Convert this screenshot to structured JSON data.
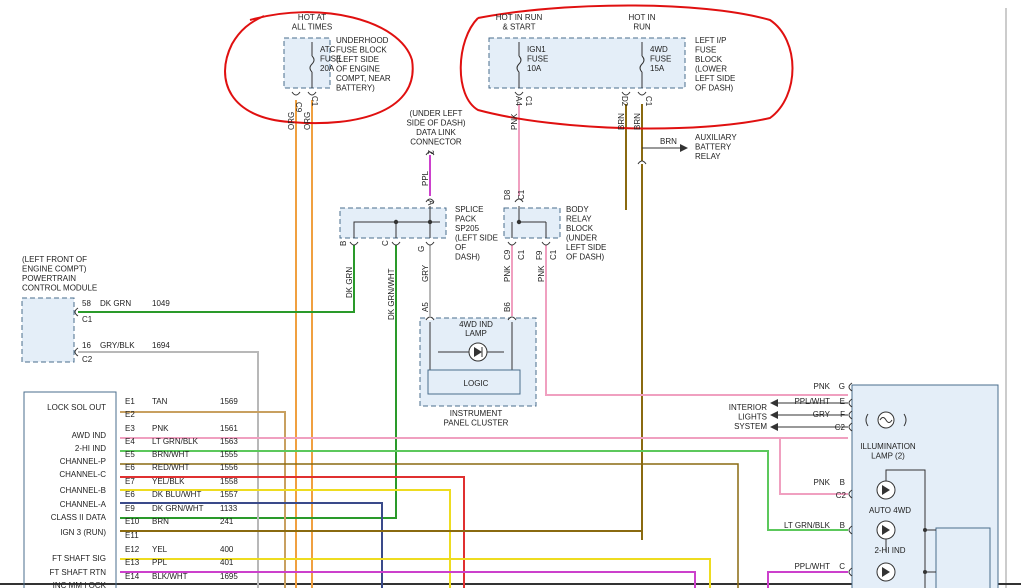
{
  "fuses": {
    "atc": {
      "header": [
        "HOT AT",
        "ALL TIMES"
      ],
      "name": [
        "ATC",
        "FUSE",
        "20A"
      ],
      "desc": [
        "UNDERHOOD",
        "FUSE BLOCK",
        "(LEFT SIDE",
        "OF ENGINE",
        "COMPT, NEAR",
        "BATTERY)"
      ],
      "pins": [
        "C9",
        "C1"
      ],
      "wires": [
        "ORG",
        "ORG"
      ]
    },
    "ign1": {
      "header": [
        "HOT IN RUN",
        "& START"
      ],
      "name": [
        "IGN1",
        "FUSE",
        "10A"
      ],
      "pin": "A4",
      "conn": "C1",
      "wire": "PNK"
    },
    "awd": {
      "header": [
        "HOT IN",
        "RUN"
      ],
      "name": [
        "4WD",
        "FUSE",
        "15A"
      ],
      "desc": [
        "LEFT I/P",
        "FUSE",
        "BLOCK",
        "(LOWER",
        "LEFT SIDE",
        "OF DASH)"
      ],
      "pins": [
        "D2",
        "C1"
      ],
      "wires": [
        "BRN",
        "BRN"
      ]
    }
  },
  "aux_relay": {
    "wire": "BRN",
    "label": [
      "AUXILIARY",
      "BATTERY",
      "RELAY"
    ]
  },
  "dlc": {
    "label": [
      "(UNDER LEFT",
      "SIDE OF DASH)",
      "DATA LINK",
      "CONNECTOR"
    ],
    "pin": "2",
    "wire": "PPL"
  },
  "splice": {
    "pin_top": "A",
    "pins": [
      "B",
      "C",
      "G"
    ],
    "label": [
      "SPLICE",
      "PACK",
      "SP205",
      "(LEFT SIDE",
      "OF",
      "DASH)"
    ],
    "wires": [
      "DK GRN",
      "DK GRN/WHT",
      "GRY"
    ]
  },
  "body_relay": {
    "pins_top": [
      "D8",
      "C1"
    ],
    "pins_bot": [
      "C9",
      "C1",
      "F9",
      "C1"
    ],
    "label": [
      "BODY",
      "RELAY",
      "BLOCK",
      "(UNDER",
      "LEFT SIDE",
      "OF DASH)"
    ],
    "wires": [
      "PNK",
      "PNK"
    ]
  },
  "cluster": {
    "pins": [
      "A5",
      "B6"
    ],
    "inner": [
      "4WD IND",
      "LAMP"
    ],
    "logic": "LOGIC",
    "label": [
      "INSTRUMENT",
      "PANEL CLUSTER"
    ]
  },
  "pcm": {
    "label": [
      "(LEFT FRONT OF",
      "ENGINE COMPT)",
      "POWERTRAIN",
      "CONTROL MODULE"
    ],
    "rows": [
      {
        "pin": "58",
        "color": "DK GRN",
        "circuit": "1049",
        "conn": "C1"
      },
      {
        "pin": "16",
        "color": "GRY/BLK",
        "circuit": "1694",
        "conn": "C2"
      }
    ]
  },
  "tcm": {
    "left_labels": [
      "LOCK SOL OUT",
      "AWD IND",
      "2-HI IND",
      "CHANNEL-P",
      "CHANNEL-C",
      "CHANNEL-B",
      "CHANNEL-A",
      "CLASS II DATA",
      "IGN 3 (RUN)",
      "FT SHAFT SIG",
      "FT SHAFT RTN",
      "INC MM I OCK"
    ],
    "rows": [
      {
        "pin": "E1",
        "color": "TAN",
        "circuit": "1569"
      },
      {
        "pin": "E2",
        "color": "",
        "circuit": ""
      },
      {
        "pin": "E3",
        "color": "PNK",
        "circuit": "1561"
      },
      {
        "pin": "E4",
        "color": "LT GRN/BLK",
        "circuit": "1563"
      },
      {
        "pin": "E5",
        "color": "BRN/WHT",
        "circuit": "1555"
      },
      {
        "pin": "E6",
        "color": "RED/WHT",
        "circuit": "1556"
      },
      {
        "pin": "E7",
        "color": "YEL/BLK",
        "circuit": "1558"
      },
      {
        "pin": "E6",
        "color": "DK BLU/WHT",
        "circuit": "1557"
      },
      {
        "pin": "E9",
        "color": "DK GRN/WHT",
        "circuit": "1133"
      },
      {
        "pin": "E10",
        "color": "BRN",
        "circuit": "241"
      },
      {
        "pin": "E11",
        "color": "",
        "circuit": ""
      },
      {
        "pin": "E12",
        "color": "YEL",
        "circuit": "400"
      },
      {
        "pin": "E13",
        "color": "PPL",
        "circuit": "401"
      },
      {
        "pin": "E14",
        "color": "BLK/WHT",
        "circuit": "1695"
      }
    ]
  },
  "switch_conn": {
    "rows": [
      {
        "color": "PNK",
        "pin": "G"
      },
      {
        "color": "PPL/WHT",
        "pin": "E"
      },
      {
        "color": "GRY",
        "pin": "F"
      },
      {
        "color": "",
        "pin": "C2"
      }
    ],
    "interior": [
      "INTERIOR",
      "LIGHTS",
      "SYSTEM"
    ],
    "illum": [
      "ILLUMINATION",
      "LAMP (2)"
    ],
    "lower": [
      {
        "color": "PNK",
        "pin": "B",
        "conn": "C2"
      },
      {
        "color": "LT GRN/BLK",
        "pin": "B"
      },
      {
        "color": "PPL/WHT",
        "pin": "C"
      }
    ],
    "leds": [
      "AUTO 4WD",
      "2-HI IND"
    ]
  },
  "colors": {
    "orange": "#f0a040",
    "brown": "#8a6a10",
    "pink": "#f0a0c0",
    "gray": "#b8b8b8",
    "dkgreen": "#2a9a2a",
    "ltgreen": "#5cc85c",
    "red": "#e03030",
    "yellow": "#eedc20",
    "blue": "#3a4a8a",
    "purple": "#cc40cc",
    "tan": "#c8a060",
    "annot": "#e01010"
  }
}
